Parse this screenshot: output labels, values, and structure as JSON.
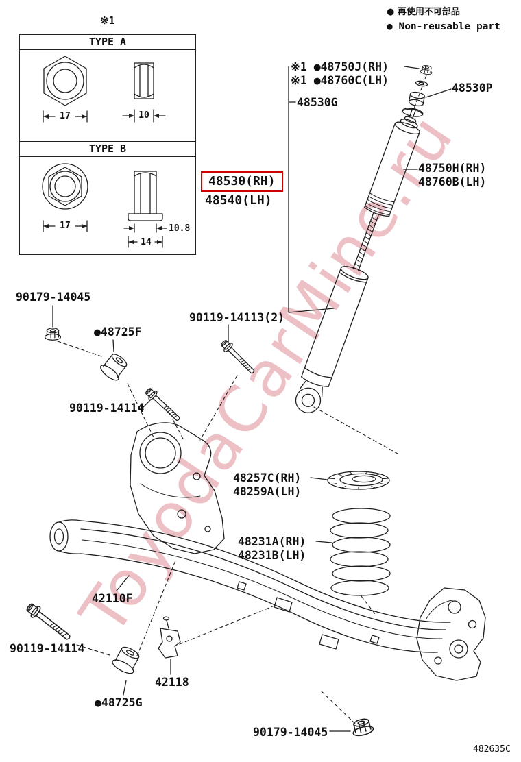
{
  "page": {
    "watermark": "ToyodaCarMine.ru",
    "diagram_code": "482635C"
  },
  "legend": {
    "non_reusable_jp": "● 再使用不可部品",
    "non_reusable_en": "● Non-reusable part"
  },
  "type_box": {
    "ref_note": "※1",
    "sections": [
      {
        "label": "TYPE A",
        "dims": [
          "17",
          "10"
        ]
      },
      {
        "label": "TYPE B",
        "dims": [
          "17",
          "10.8",
          "14"
        ]
      }
    ]
  },
  "parts": {
    "shock_upper_nut_rh": "※1 ●48750J(RH)",
    "shock_upper_nut_lh": "※1 ●48760C(LH)",
    "shock_kit": "48530G",
    "shock_cushion": "48530P",
    "shock_absorber_rh": "48750H(RH)",
    "shock_absorber_lh": "48760B(LH)",
    "shock_assy_rh": "48530(RH)",
    "shock_assy_lh": "48540(LH)",
    "nut_top": "90179-14045",
    "bushing_f": "●48725F",
    "bolt_14113": "90119-14113(2)",
    "bolt_14114_mid": "90119-14114",
    "spring_seat_rh": "48257C(RH)",
    "spring_seat_lh": "48259A(LH)",
    "coil_spring_rh": "48231A(RH)",
    "coil_spring_lh": "48231B(LH)",
    "axle_beam": "42110F",
    "bolt_14114_bot": "90119-14114",
    "damper_bracket": "42118",
    "bushing_g": "●48725G",
    "nut_bot": "90179-14045"
  },
  "colors": {
    "highlight": "#cc0000",
    "line": "#1f1f1f",
    "watermark": "#dd8c96"
  }
}
